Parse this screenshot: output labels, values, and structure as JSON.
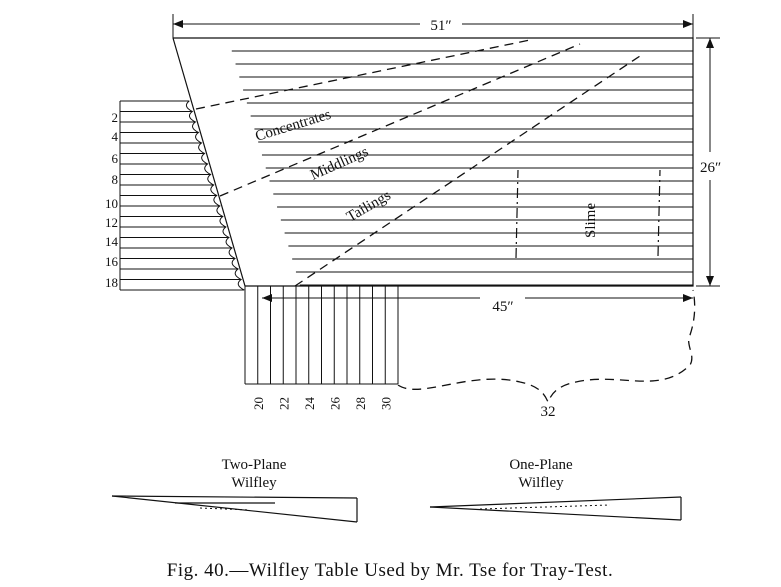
{
  "dimensions": {
    "width": "51″",
    "height": "26″",
    "inner_length": "45″",
    "discharge": "32"
  },
  "zones": {
    "concentrates": "Concentrates",
    "middlings": "Middlings",
    "tailings": "Tailings",
    "slime": "Slime"
  },
  "left_labels": [
    "2",
    "4",
    "6",
    "8",
    "10",
    "12",
    "14",
    "16",
    "18"
  ],
  "bottom_labels": [
    "20",
    "22",
    "24",
    "26",
    "28",
    "30"
  ],
  "sections": {
    "two_plane": {
      "line1": "Two-Plane",
      "line2": "Wilfley"
    },
    "one_plane": {
      "line1": "One-Plane",
      "line2": "Wilfley"
    }
  },
  "caption": "Fig. 40.—Wilfley Table Used by Mr. Tse for Tray-Test."
}
